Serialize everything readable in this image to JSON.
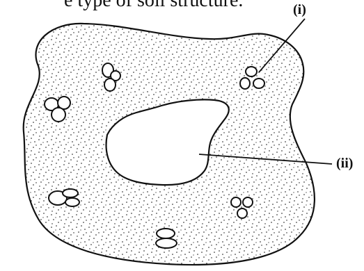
{
  "header": {
    "text": "e type of soil structure."
  },
  "diagram": {
    "labels": {
      "i": "(i)",
      "ii": "(ii)"
    }
  },
  "colors": {
    "ink": "#111111",
    "background": "#ffffff"
  }
}
